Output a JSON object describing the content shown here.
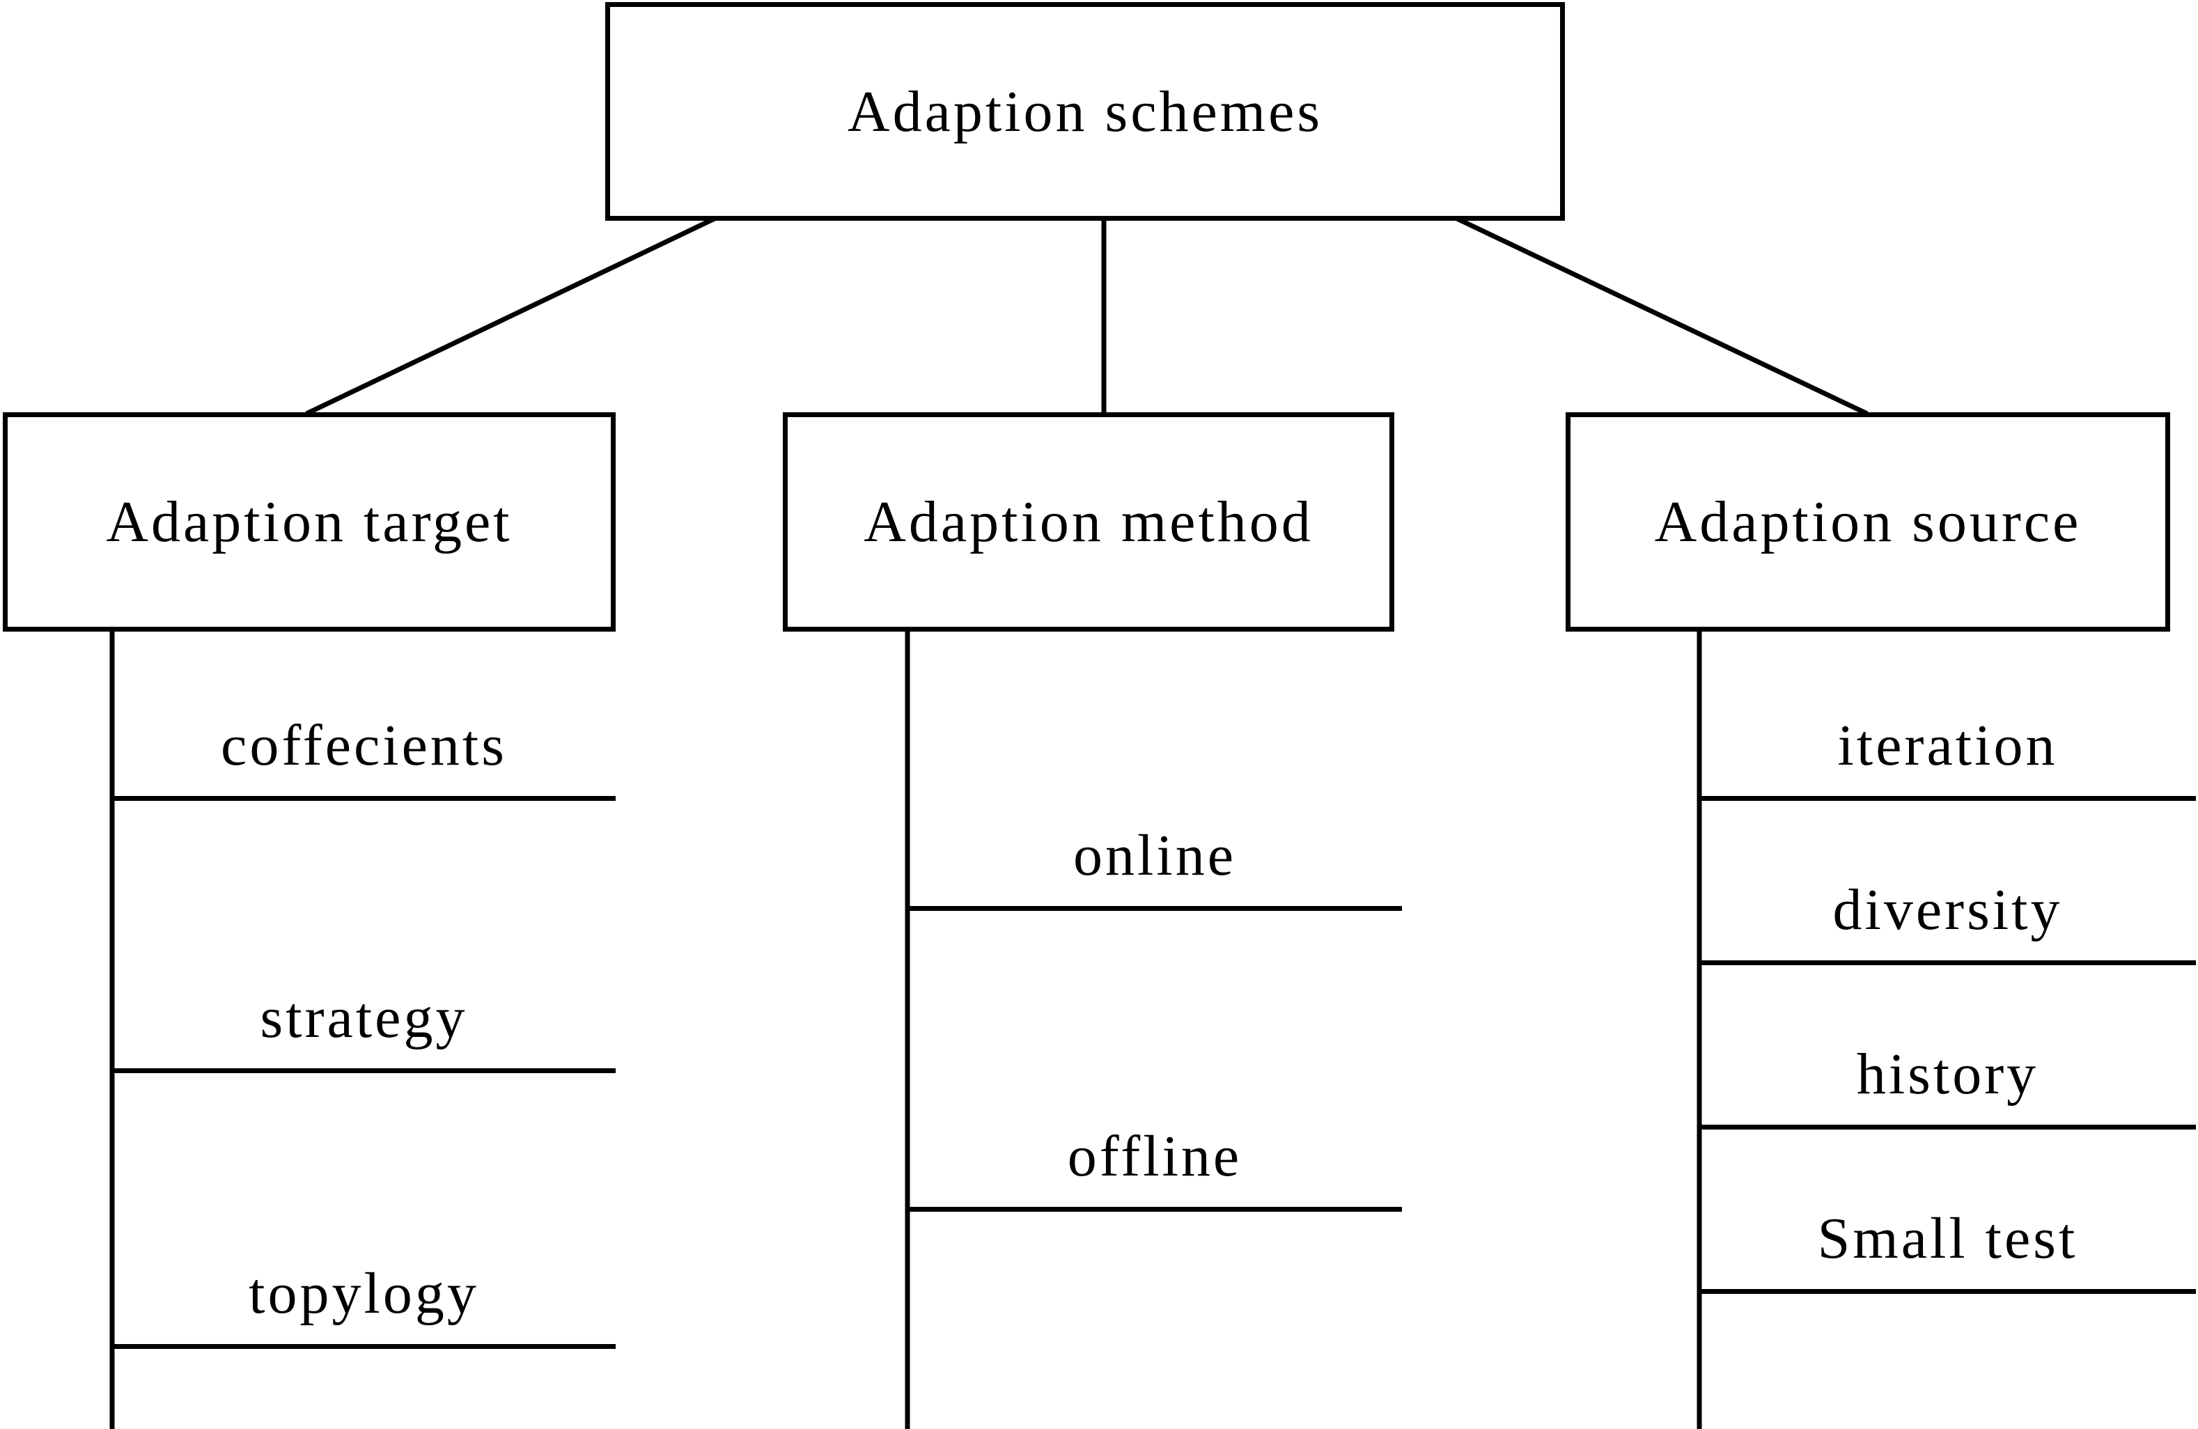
{
  "diagram": {
    "root": {
      "label": "Adaption schemes"
    },
    "branches": [
      {
        "label": "Adaption target",
        "items": [
          "coffecients",
          "strategy",
          "topylogy"
        ]
      },
      {
        "label": "Adaption method",
        "items": [
          "online",
          "offline"
        ]
      },
      {
        "label": "Adaption source",
        "items": [
          "iteration",
          "diversity",
          "history",
          "Small test"
        ]
      }
    ]
  },
  "colors": {
    "line": "#000000",
    "text": "#000000",
    "background": "#ffffff"
  }
}
